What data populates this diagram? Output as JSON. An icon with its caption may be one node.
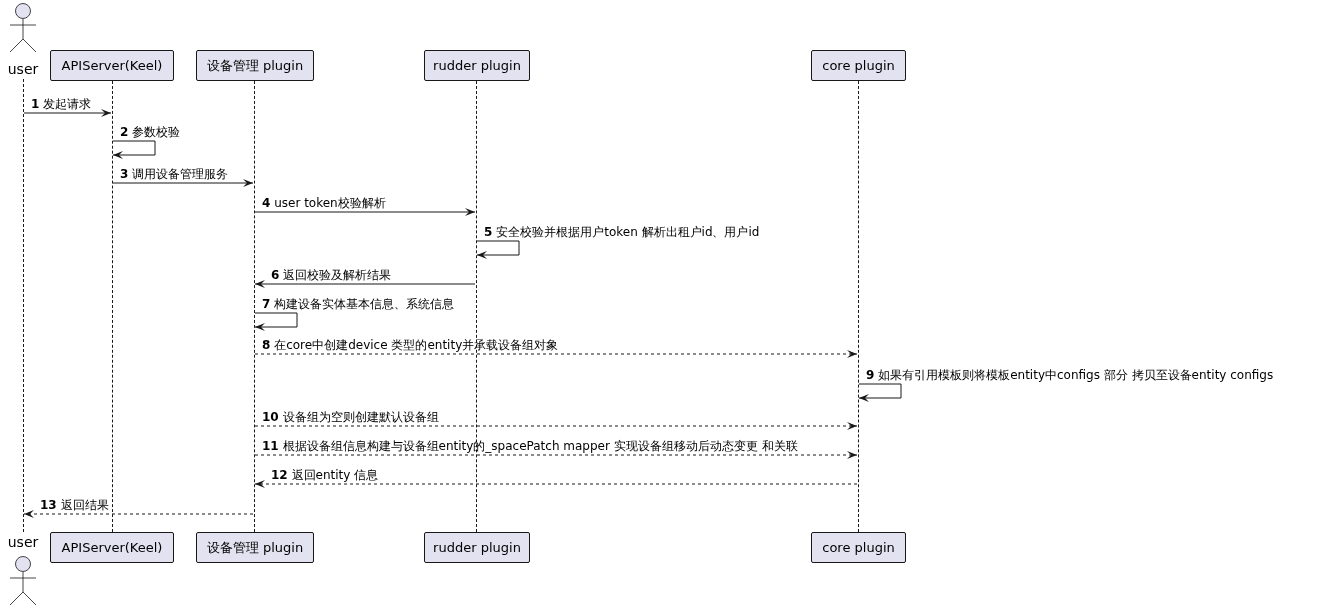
{
  "diagram": {
    "nodes": [
      {
        "text": [
          "user"
        ]
      },
      {
        "text": [
          "APIServer(Keel)"
        ]
      },
      {
        "text": [
          "设备管理 plugin"
        ]
      },
      {
        "text": [
          "rudder plugin"
        ]
      },
      {
        "text": [
          "core plugin"
        ]
      },
      {
        "text": [],
        "shape": "bar"
      },
      {
        "text": [],
        "shape": "bar"
      },
      {
        "text": [],
        "shape": "bar"
      },
      {
        "text": [],
        "shape": "bar"
      },
      {
        "text": [],
        "shape": "bar"
      },
      {
        "text": [
          "user"
        ]
      },
      {
        "text": [
          "APIServer(Keel)"
        ]
      },
      {
        "text": [
          "设备管理 plugin"
        ]
      },
      {
        "text": [
          "rudder plugin"
        ]
      },
      {
        "text": [
          "core plugin"
        ]
      }
    ],
    "edges": [
      {
        "from": 5,
        "to": 6,
        "arrow": "to",
        "label": "**1** 发起请求"
      },
      {
        "from": 6,
        "to": 6,
        "arrow": "to",
        "label": "**2** 参数校验"
      },
      {
        "from": 6,
        "to": 7,
        "arrow": "to",
        "label": "**3** 调用设备管理服务"
      },
      {
        "from": 7,
        "to": 8,
        "arrow": "to",
        "label": "**4** user token校验解析"
      },
      {
        "from": 8,
        "to": 8,
        "arrow": "to",
        "label": "**5** 安全校验并根据用户token 解析出租户id、用户id"
      },
      {
        "from": 8,
        "to": 7,
        "arrow": "to",
        "label": "**6** 返回校验及解析结果"
      },
      {
        "from": 7,
        "to": 7,
        "arrow": "to",
        "label": "**7** 构建设备实体基本信息、系统信息"
      },
      {
        "from": 7,
        "to": 9,
        "arrow": "to",
        "label": "**8** 在core中创建device 类型的entity并承载设备组对象",
        "style": "dashed"
      },
      {
        "from": 9,
        "to": 9,
        "arrow": "to",
        "label": "**9** 如果有引用模板则将模板entity中configs 部分  拷贝至设备entity configs"
      },
      {
        "from": 7,
        "to": 9,
        "arrow": "to",
        "label": "**10** 设备组为空则创建默认设备组",
        "style": "dashed"
      },
      {
        "from": 7,
        "to": 9,
        "arrow": "to",
        "label": "**11** 根据设备组信息构建与设备组entity的_spacePatch mapper 实现设备组移动后动态变更 和关联",
        "style": "dashed"
      },
      {
        "from": 9,
        "to": 7,
        "arrow": "to",
        "label": "**12** 返回entity 信息",
        "style": "dashed"
      },
      {
        "from": 7,
        "to": 5,
        "arrow": "to",
        "label": "**13** 返回结果",
        "style": "dashed"
      }
    ]
  }
}
